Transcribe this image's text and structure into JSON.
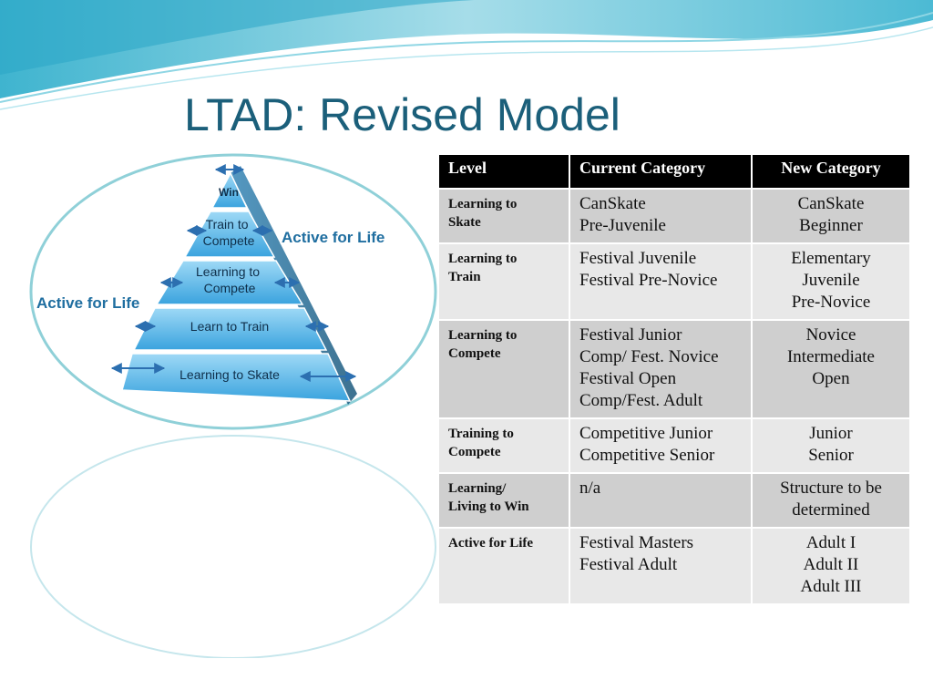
{
  "slide": {
    "title": "LTAD: Revised Model"
  },
  "diagram": {
    "outer_label_left": "Active for Life",
    "outer_label_right": "Active for Life",
    "tiers": [
      {
        "lines": [
          "Win"
        ]
      },
      {
        "lines": [
          "Train to",
          "Compete"
        ]
      },
      {
        "lines": [
          "Learning to",
          "Compete"
        ]
      },
      {
        "lines": [
          "Learn to Train"
        ]
      },
      {
        "lines": [
          "Learning to Skate"
        ]
      }
    ],
    "colors": {
      "title": "#1b5f7a",
      "label": "#1f6ea0",
      "ring": "#8fd0d8",
      "tier": "#5cb6e8"
    }
  },
  "table": {
    "headers": [
      "Level",
      "Current Category",
      "New Category"
    ],
    "rows": [
      {
        "level": [
          "Learning to",
          "Skate"
        ],
        "current": [
          "CanSkate",
          "Pre-Juvenile"
        ],
        "new": [
          "CanSkate",
          "Beginner"
        ]
      },
      {
        "level": [
          "Learning to",
          "Train"
        ],
        "current": [
          "Festival Juvenile",
          "Festival Pre-Novice"
        ],
        "new": [
          "Elementary",
          "Juvenile",
          "Pre-Novice"
        ]
      },
      {
        "level": [
          "Learning to",
          "Compete"
        ],
        "current": [
          "Festival Junior",
          "Comp/ Fest. Novice",
          "Festival Open",
          "Comp/Fest. Adult"
        ],
        "new": [
          "Novice",
          "Intermediate",
          "Open"
        ]
      },
      {
        "level": [
          "Training to",
          "Compete"
        ],
        "current": [
          "Competitive Junior",
          "Competitive Senior"
        ],
        "new": [
          "Junior",
          "Senior"
        ]
      },
      {
        "level": [
          "Learning/",
          "Living to Win"
        ],
        "current": [
          "n/a"
        ],
        "new": [
          "Structure to be",
          "determined"
        ]
      },
      {
        "level": [
          "Active for Life"
        ],
        "current": [
          "Festival Masters",
          "Festival Adult"
        ],
        "new": [
          "Adult I",
          "Adult II",
          "Adult III"
        ]
      }
    ]
  }
}
